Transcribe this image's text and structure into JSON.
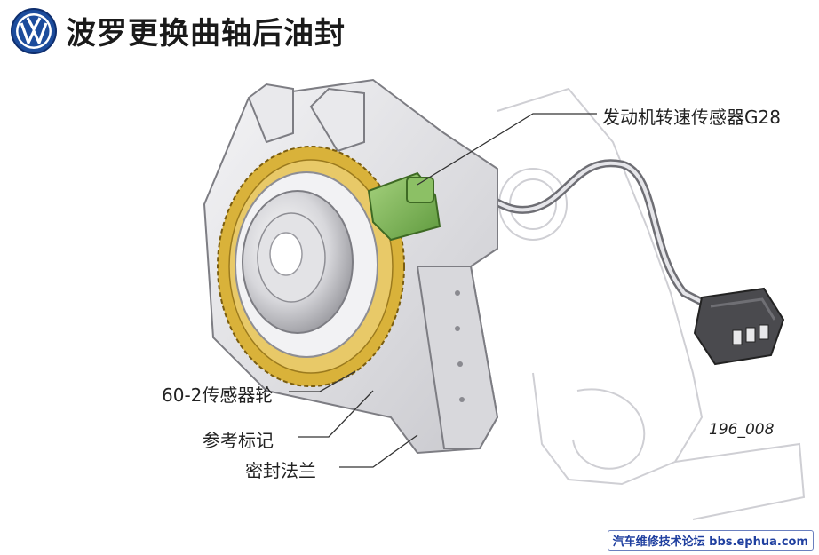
{
  "header": {
    "title": "波罗更换曲轴后油封",
    "logo_icon": "volkswagen-logo-icon"
  },
  "callouts": {
    "speed_sensor": "发动机转速传感器G28",
    "sensor_wheel": "60-2传感器轮",
    "reference_mark": "参考标记",
    "seal_flange": "密封法兰"
  },
  "figure_code": "196_008",
  "footer": "汽车维修技术论坛 bbs.ephua.com",
  "colors": {
    "gear_ring": "#d9b23a",
    "sensor_green": "#7fb35a",
    "metal_light": "#e8e8ea",
    "metal_dark": "#9a9aa0",
    "connector": "#4a4a4e",
    "vw_blue": "#1c4c9c",
    "footer_blue": "#1f3f9f"
  }
}
